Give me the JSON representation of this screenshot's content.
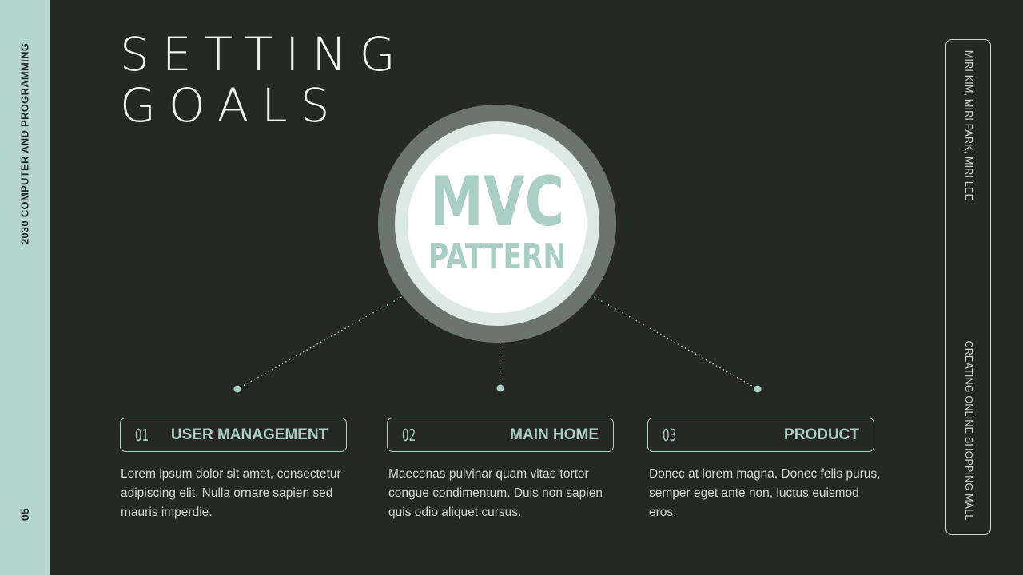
{
  "sidebar": {
    "course": "2030 COMPUTER AND PROGRAMMING",
    "page_number": "05"
  },
  "title": {
    "line1": "SETTING",
    "line2": "GOALS"
  },
  "center": {
    "line1": "MVC",
    "line2": "PATTERN"
  },
  "items": [
    {
      "number": "01",
      "label": "USER MANAGEMENT",
      "description": "Lorem ipsum dolor sit amet, consectetur adipiscing elit. Nulla ornare sapien sed mauris imperdie."
    },
    {
      "number": "02",
      "label": "MAIN HOME",
      "description": " Maecenas pulvinar quam vitae tortor congue condimentum. Duis non sapien quis odio aliquet cursus."
    },
    {
      "number": "03",
      "label": "PRODUCT",
      "description": "Donec at lorem magna. Donec felis purus, semper eget ante non, luctus euismod eros."
    }
  ],
  "right_panel": {
    "authors": "MIRI KIM, MIRI PARK, MIRI LEE",
    "subtitle": "CREATING ONLINE SHOPPING MALL"
  },
  "colors": {
    "background": "#262826",
    "accent": "#a9cfc4",
    "strip": "#b6d5cc",
    "text_light": "#d2d9d5"
  }
}
